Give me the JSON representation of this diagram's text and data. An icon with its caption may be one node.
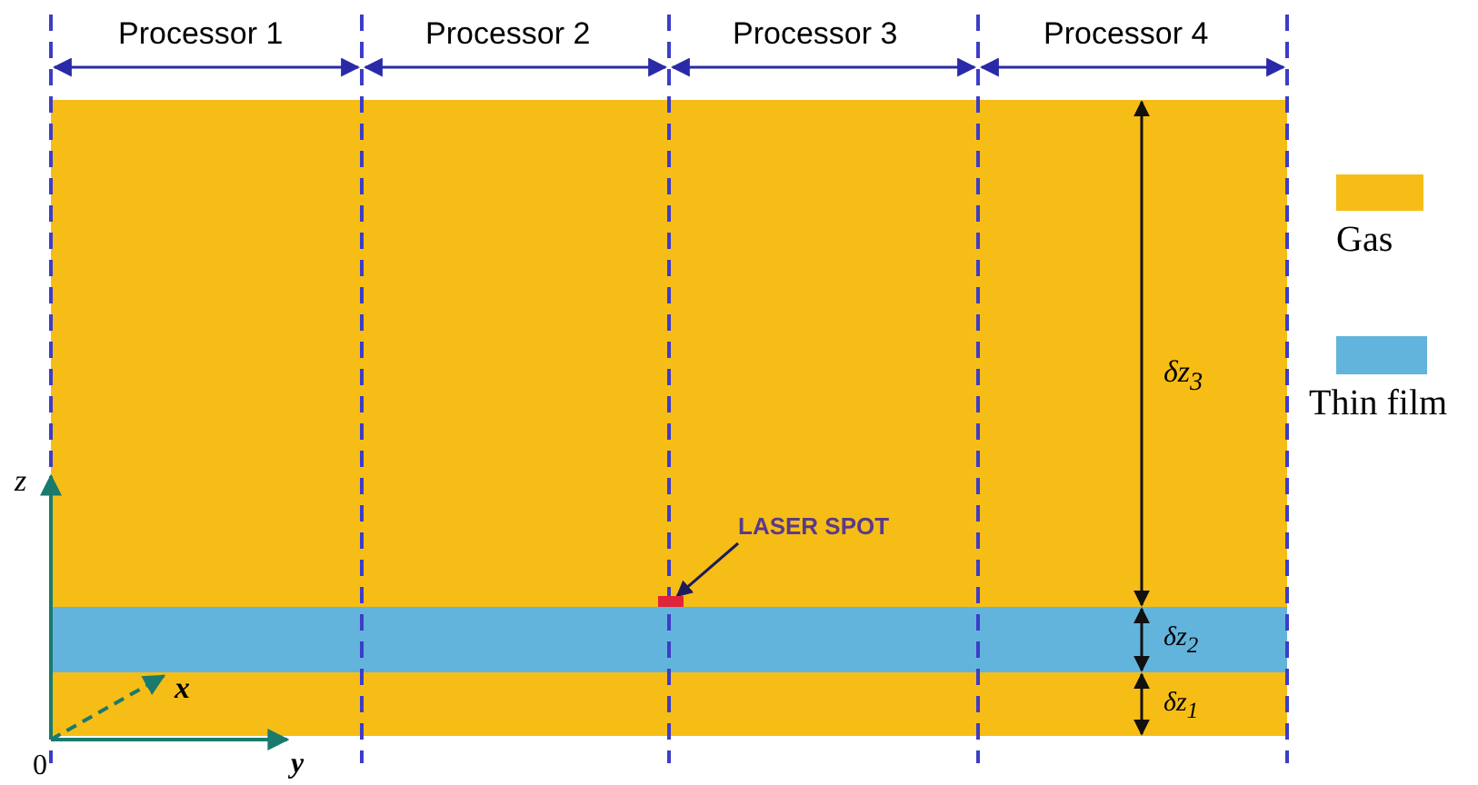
{
  "diagram": {
    "nodes": [
      {
        "text": [
          "LASER SPOT"
        ]
      },
      {
        "text": [],
        "shape": "bar"
      }
    ],
    "edges": [
      {
        "from": 0,
        "to": 1,
        "arrow": "to"
      }
    ],
    "labels": [
      "Processor 1",
      "Processor 2",
      "Processor 3",
      "Processor 4",
      "δz$_{3}$",
      "z",
      "δz$_{2}$",
      "x",
      "δz$_{1}$",
      "0",
      "y"
    ],
    "legend": [
      {
        "text": "Gas",
        "color": "#f6bd16"
      },
      {
        "text": "Thin film",
        "color": "#62b4dc"
      }
    ]
  }
}
